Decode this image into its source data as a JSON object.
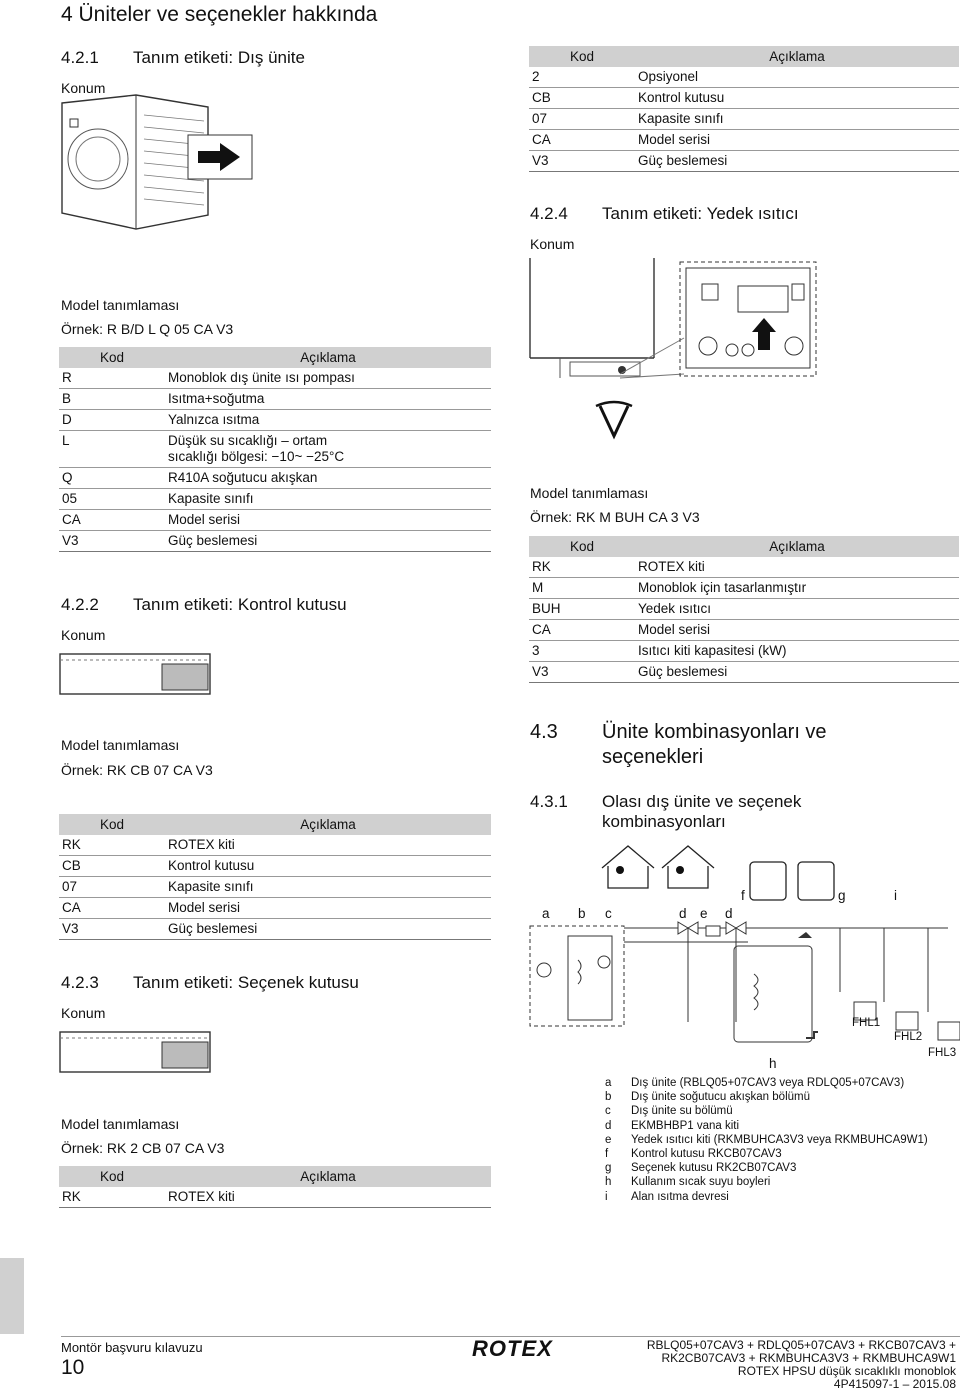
{
  "chapter_title": "4 Üniteler ve seçenekler hakkında",
  "s421": {
    "num": "4.2.1",
    "title": "Tanım etiketi: Dış ünite",
    "konum": "Konum",
    "model_label": "Model tanımlaması",
    "example": "Örnek: R B/D L Q 05 CA V3",
    "table": {
      "h_code": "Kod",
      "h_desc": "Açıklama",
      "rows": [
        [
          "R",
          "Monoblok dış ünite ısı pompası"
        ],
        [
          "B",
          "Isıtma+soğutma"
        ],
        [
          "D",
          "Yalnızca ısıtma"
        ],
        [
          "L",
          "Düşük su sıcaklığı – ortam sıcaklığı bölgesi: −10~ −25°C"
        ],
        [
          "Q",
          "R410A soğutucu akışkan"
        ],
        [
          "05",
          "Kapasite sınıfı"
        ],
        [
          "CA",
          "Model serisi"
        ],
        [
          "V3",
          "Güç beslemesi"
        ]
      ]
    }
  },
  "s422": {
    "num": "4.2.2",
    "title": "Tanım etiketi: Kontrol kutusu",
    "konum": "Konum",
    "model_label": "Model tanımlaması",
    "example": "Örnek: RK CB 07 CA V3",
    "table": {
      "h_code": "Kod",
      "h_desc": "Açıklama",
      "rows": [
        [
          "RK",
          "ROTEX kiti"
        ],
        [
          "CB",
          "Kontrol kutusu"
        ],
        [
          "07",
          "Kapasite sınıfı"
        ],
        [
          "CA",
          "Model serisi"
        ],
        [
          "V3",
          "Güç beslemesi"
        ]
      ]
    }
  },
  "s423": {
    "num": "4.2.3",
    "title": "Tanım etiketi: Seçenek kutusu",
    "konum": "Konum",
    "model_label": "Model tanımlaması",
    "example": "Örnek: RK 2 CB 07 CA V3",
    "table": {
      "h_code": "Kod",
      "h_desc": "Açıklama",
      "rows": [
        [
          "RK",
          "ROTEX kiti"
        ]
      ]
    }
  },
  "right_top_table": {
    "h_code": "Kod",
    "h_desc": "Açıklama",
    "rows": [
      [
        "2",
        "Opsiyonel"
      ],
      [
        "CB",
        "Kontrol kutusu"
      ],
      [
        "07",
        "Kapasite sınıfı"
      ],
      [
        "CA",
        "Model serisi"
      ],
      [
        "V3",
        "Güç beslemesi"
      ]
    ]
  },
  "s424": {
    "num": "4.2.4",
    "title": "Tanım etiketi: Yedek ısıtıcı",
    "konum": "Konum",
    "model_label": "Model tanımlaması",
    "example": "Örnek: RK M BUH CA 3 V3",
    "table": {
      "h_code": "Kod",
      "h_desc": "Açıklama",
      "rows": [
        [
          "RK",
          "ROTEX kiti"
        ],
        [
          "M",
          "Monoblok için tasarlanmıştır"
        ],
        [
          "BUH",
          "Yedek ısıtıcı"
        ],
        [
          "CA",
          "Model serisi"
        ],
        [
          "3",
          "Isıtıcı kiti kapasitesi (kW)"
        ],
        [
          "V3",
          "Güç beslemesi"
        ]
      ]
    }
  },
  "s43": {
    "num": "4.3",
    "title_l1": "Ünite kombinasyonları ve",
    "title_l2": "seçenekleri"
  },
  "s431": {
    "num": "4.3.1",
    "title_l1": "Olası dış ünite ve seçenek",
    "title_l2": "kombinasyonları"
  },
  "diagram": {
    "a": "a",
    "b": "b",
    "c": "c",
    "d1": "d",
    "e": "e",
    "d2": "d",
    "f": "f",
    "g": "g",
    "i": "i",
    "h": "h",
    "fhl1": "FHL1",
    "fhl2": "FHL2",
    "fhl3": "FHL3"
  },
  "legend": [
    [
      "a",
      "Dış ünite (RBLQ05+07CAV3 veya RDLQ05+07CAV3)"
    ],
    [
      "b",
      "Dış ünite soğutucu akışkan bölümü"
    ],
    [
      "c",
      "Dış ünite su bölümü"
    ],
    [
      "d",
      "EKMBHBP1 vana kiti"
    ],
    [
      "e",
      "Yedek ısıtıcı kiti (RKMBUHCA3V3 veya RKMBUHCA9W1)"
    ],
    [
      "f",
      "Kontrol kutusu RKCB07CAV3"
    ],
    [
      "g",
      "Seçenek kutusu RK2CB07CAV3"
    ],
    [
      "h",
      "Kullanım sıcak suyu boyleri"
    ],
    [
      "i",
      "Alan ısıtma devresi"
    ]
  ],
  "footer": {
    "manual": "Montör başvuru kılavuzu",
    "page": "10",
    "brand": "ROTEX",
    "right_l1": "RBLQ05+07CAV3 + RDLQ05+07CAV3 + RKCB07CAV3 +",
    "right_l2": "RK2CB07CAV3 + RKMBUHCA3V3 + RKMBUHCA9W1",
    "right_l3": "ROTEX HPSU düşük sıcaklıklı monoblok",
    "right_l4": "4P415097-1 – 2015.08"
  }
}
